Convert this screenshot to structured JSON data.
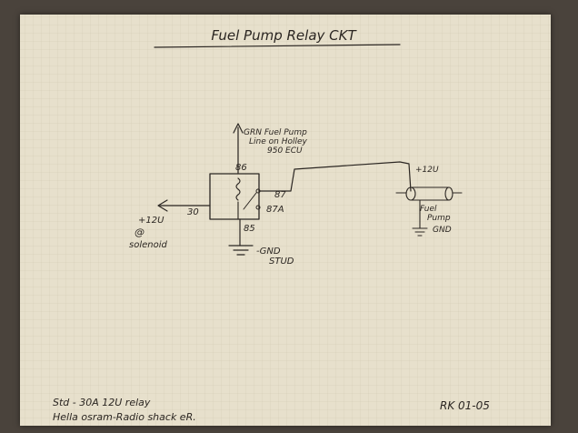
{
  "title": "Fuel Pump Relay CKT",
  "labels": {
    "grn_line1": "GRN Fuel Pump",
    "grn_line2": "Line on Holley",
    "grn_line3": "950 ECU",
    "pin86": "86",
    "pin87": "87",
    "pin87a": "87A",
    "pin85": "85",
    "pin30": "30",
    "plus12v_left": "+12U",
    "at": "@",
    "solenoid": "solenoid",
    "gnd_stud1": "-GND",
    "gnd_stud2": "STUD",
    "plus12v_pump": "+12U",
    "fuel": "Fuel",
    "pump": "Pump",
    "gnd_pump": "GND"
  },
  "notes": {
    "line1": "Std - 30A 12U relay",
    "line2": "Hella osram-Radio shack eR.",
    "signature": "RK 01-05"
  },
  "colors": {
    "paper": "#e7e0cc",
    "ink": "#2b2622",
    "background": "#3a3530"
  }
}
